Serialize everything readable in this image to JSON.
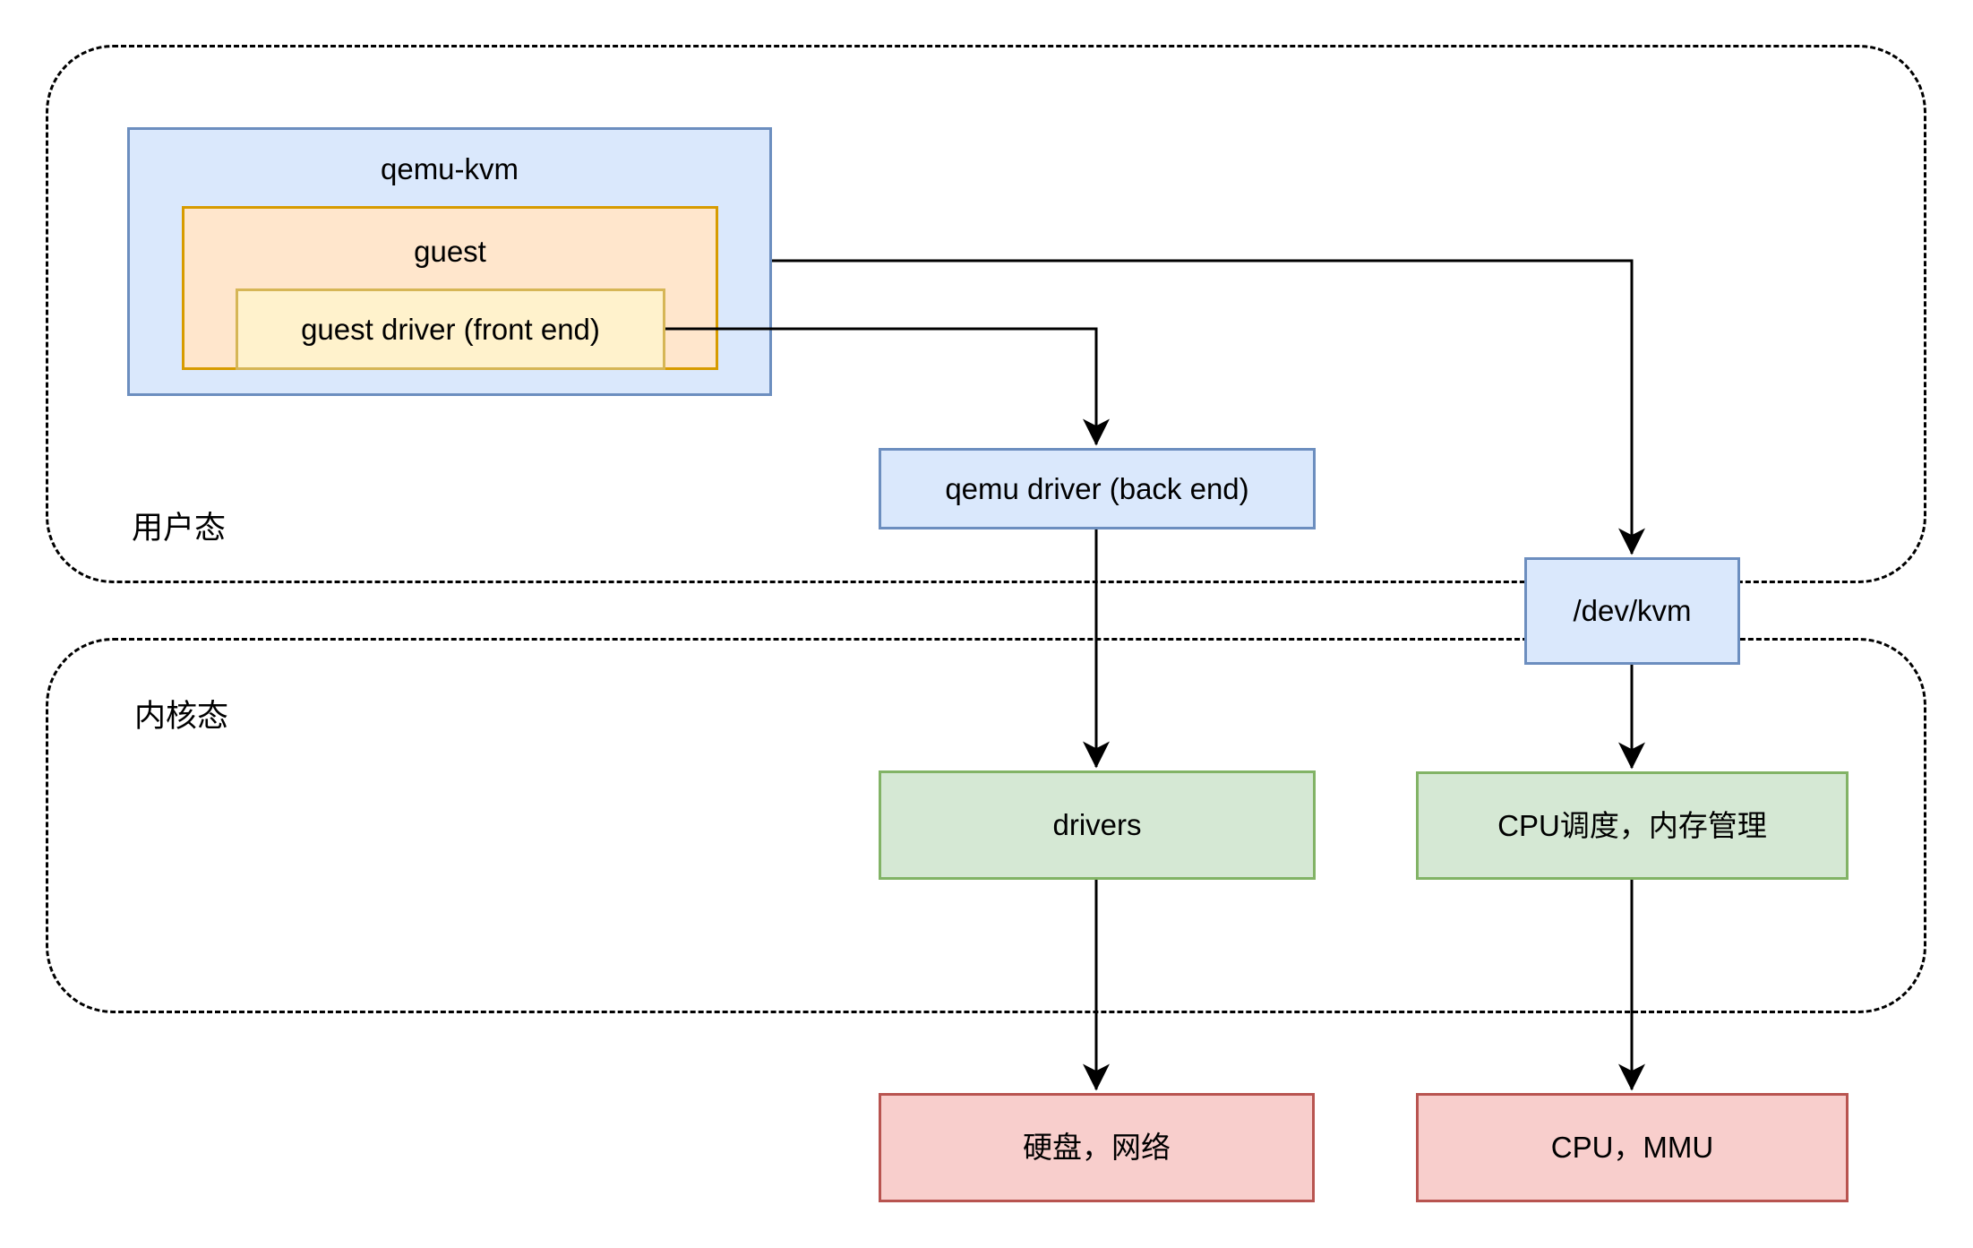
{
  "diagram": {
    "background": "#ffffff",
    "regions": {
      "user_mode": {
        "label": "用户态"
      },
      "kernel_mode": {
        "label": "内核态"
      }
    },
    "nodes": {
      "qemu_kvm": {
        "label": "qemu-kvm",
        "fill": "#dae8fc",
        "stroke": "#6c8ebf"
      },
      "guest": {
        "label": "guest",
        "fill": "#ffe6cc",
        "stroke": "#d79b00"
      },
      "guest_driver": {
        "label": "guest driver (front end)",
        "fill": "#fff2cc",
        "stroke": "#d6b656"
      },
      "qemu_driver": {
        "label": "qemu driver (back end)",
        "fill": "#dae8fc",
        "stroke": "#6c8ebf"
      },
      "dev_kvm": {
        "label": "/dev/kvm",
        "fill": "#dae8fc",
        "stroke": "#6c8ebf"
      },
      "drivers": {
        "label": "drivers",
        "fill": "#d5e8d4",
        "stroke": "#82b366"
      },
      "cpu_sched": {
        "label": "CPU调度，内存管理",
        "fill": "#d5e8d4",
        "stroke": "#82b366"
      },
      "disk_network": {
        "label": "硬盘，网络",
        "fill": "#f8cecc",
        "stroke": "#b85450"
      },
      "cpu_mmu": {
        "label": "CPU，MMU",
        "fill": "#f8cecc",
        "stroke": "#b85450"
      }
    },
    "edges": [
      {
        "from": "qemu_kvm",
        "to": "dev_kvm"
      },
      {
        "from": "guest_driver",
        "to": "qemu_driver"
      },
      {
        "from": "qemu_driver",
        "to": "drivers"
      },
      {
        "from": "drivers",
        "to": "disk_network"
      },
      {
        "from": "dev_kvm",
        "to": "cpu_sched"
      },
      {
        "from": "cpu_sched",
        "to": "cpu_mmu"
      }
    ],
    "edge_color": "#000000",
    "region_border_color": "#000000"
  }
}
